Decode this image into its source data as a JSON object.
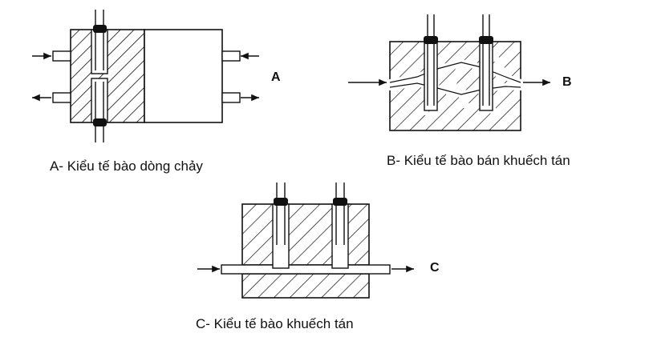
{
  "diagrams": [
    {
      "letter": "A",
      "caption": "A- Kiểu tế bào dòng chảy"
    },
    {
      "letter": "B",
      "caption": "B- Kiểu tế bào bán khuếch tán"
    },
    {
      "letter": "C",
      "caption": "C- Kiểu tế bào khuếch tán"
    }
  ],
  "colors": {
    "ink": "#111111",
    "electrode_cap": "#111111",
    "background": "#ffffff"
  }
}
